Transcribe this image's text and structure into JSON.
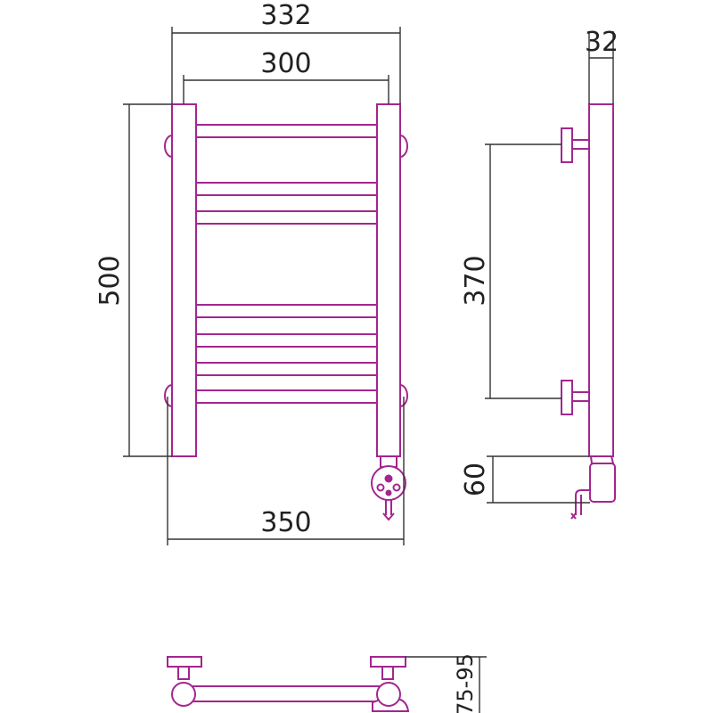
{
  "title": "Towel warmer dimensional drawing",
  "colors": {
    "product": "#a3268f",
    "dimension": "#333333"
  },
  "dimensions": {
    "overall_width": "332",
    "rail_length": "300",
    "height": "500",
    "mount_width": "350",
    "pipe_depth": "32",
    "mount_spacing": "370",
    "heater_height": "60",
    "wall_distance": "75-95"
  }
}
